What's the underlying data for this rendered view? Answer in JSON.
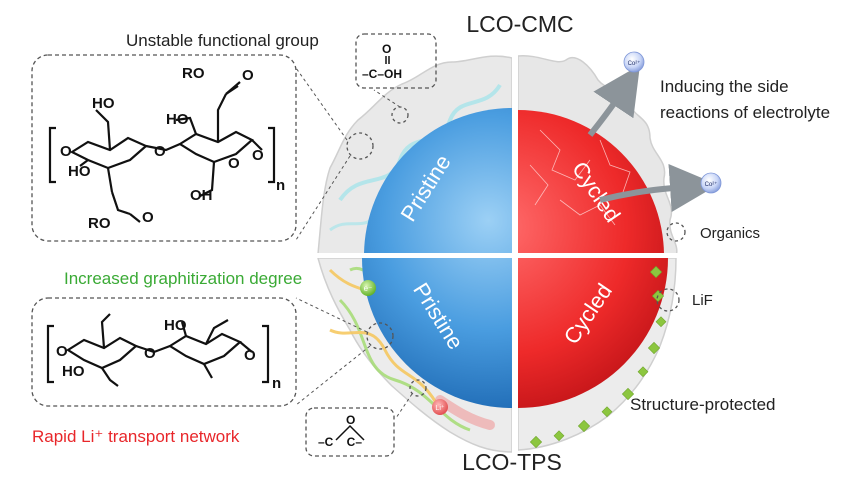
{
  "titles": {
    "top": "LCO-CMC",
    "bottom": "LCO-TPS"
  },
  "annotations": {
    "unstable_group": "Unstable functional group",
    "side_reactions_line1": "Inducing the side",
    "side_reactions_line2": "reactions of electrolyte",
    "organics": "Organics",
    "graphitization": "Increased graphitization degree",
    "lif": "LiF",
    "li_transport": "Rapid Li⁺ transport network",
    "structure_protected": "Structure-protected"
  },
  "quadrants": {
    "top_left": "Pristine",
    "top_right": "Cycled",
    "bottom_left": "Pristine",
    "bottom_right": "Cycled"
  },
  "particles": {
    "cobalt": "Co²⁺",
    "electron": "e⁻",
    "lithium": "Li⁺"
  },
  "cmc_structure": {
    "ho_top": "HO",
    "ro_top": "RO",
    "o_carbonyl_top": "O",
    "ho_mid": "HO",
    "ho_left": "HO",
    "o_left": "O",
    "o_bridge": "O",
    "o_ring": "O",
    "o_right": "O",
    "oh_bottom": "OH",
    "ro_bottom": "RO",
    "o_carbonyl_bottom": "O",
    "subscript": "n"
  },
  "tps_structure": {
    "ho_top": "HO",
    "o_left": "O",
    "ho_left": "HO",
    "o_bridge": "O",
    "o_right": "O",
    "subscript": "n"
  },
  "carboxyl_group": {
    "o_top": "O",
    "chain": "–C–OH"
  },
  "epoxide_group": {
    "o_top": "O",
    "chain": "–C    C–"
  },
  "colors": {
    "graphitization": "#3aaa35",
    "li_transport": "#e8262a",
    "pristine_blue": "#3b8fd4",
    "cycled_red": "#e8262a",
    "coating_gray": "#e4e4e4",
    "lif_green": "#8cc63f"
  }
}
